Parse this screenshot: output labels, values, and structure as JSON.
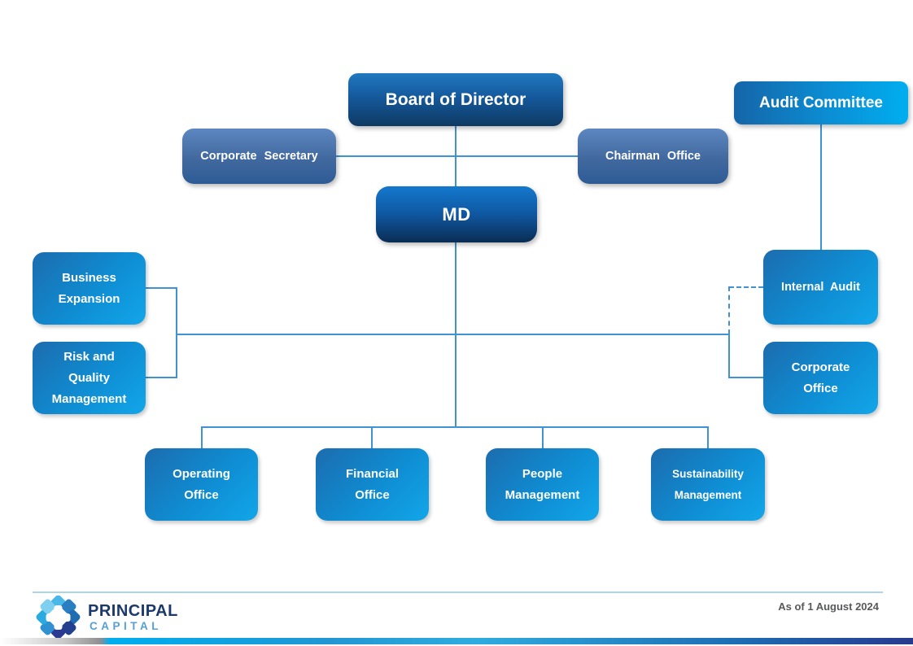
{
  "diagram": {
    "title_hint": "Organization chart",
    "nodes": {
      "board": {
        "label": "Board of Director"
      },
      "audit_committee": {
        "label": "Audit Committee"
      },
      "corporate_secretary": {
        "label": "Corporate Secretary"
      },
      "chairman_office": {
        "label": "Chairman Office"
      },
      "md": {
        "label": "MD"
      },
      "business_expansion": {
        "lines": [
          "Business",
          "Expansion"
        ]
      },
      "risk_quality": {
        "lines": [
          "Risk and",
          "Quality",
          "Management"
        ]
      },
      "internal_audit": {
        "label": "Internal Audit"
      },
      "corporate_office": {
        "lines": [
          "Corporate",
          "Office"
        ]
      },
      "operating_office": {
        "lines": [
          "Operating",
          "Office"
        ]
      },
      "financial_office": {
        "lines": [
          "Financial",
          "Office"
        ]
      },
      "people_management": {
        "lines": [
          "People",
          "Management"
        ]
      },
      "sustainability_management": {
        "lines": [
          "Sustainability",
          "Management"
        ]
      }
    },
    "edges": [
      "board-md",
      "board-corporate_secretary",
      "board-chairman_office",
      "audit_committee-internal_audit",
      "internal_audit-md-dashed",
      "md-business_expansion",
      "md-risk_quality",
      "md-corporate_office",
      "md-operating_office",
      "md-financial_office",
      "md-people_management",
      "md-sustainability_management"
    ]
  },
  "footer": {
    "logo_text_primary": "PRINCIPAL",
    "logo_text_secondary": "CAPITAL",
    "as_of": "As of 1 August 2024"
  },
  "colors": {
    "dark_box_top": "#2178bf",
    "dark_box_bottom": "#0e3a63",
    "audit_committee_left": "#1565a8",
    "audit_committee_right": "#00aeef",
    "steel_box_top": "#5d87c1",
    "steel_box_bottom": "#2e5b95",
    "azure_box_dark": "#1c6cae",
    "azure_box_bright": "#12a6e9",
    "connector": "#3f93d2",
    "footer_divider": "#aed4e8",
    "as_of_text": "#58595b",
    "logo_primary_text": "#1b3a6b",
    "logo_secondary_text": "#56a0d3",
    "bottom_bar_navy": "#283a8e"
  }
}
